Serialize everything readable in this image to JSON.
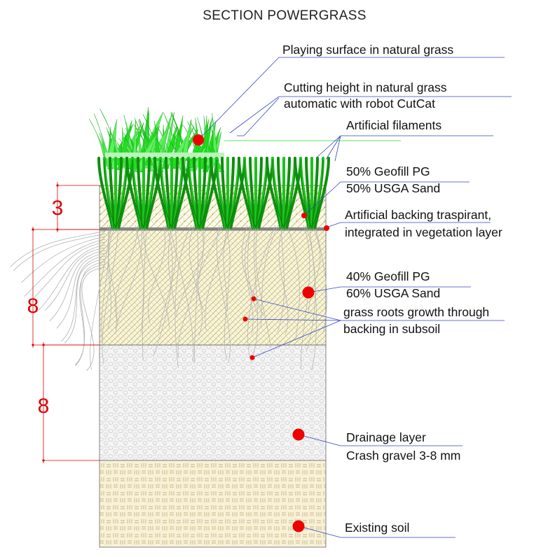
{
  "title": "SECTION POWERGRASS",
  "labels": {
    "playing_surface": "Playing surface in natural grass",
    "cutting_height_1": "Cutting height in natural grass",
    "cutting_height_2": "automatic with robot CutCat",
    "artificial_filaments": "Artificial filaments",
    "geofill_top_1": "50% Geofill PG",
    "geofill_top_2": "50% USGA Sand",
    "backing_1": "Artificial backing traspirant,",
    "backing_2": "integrated in vegetation layer",
    "geofill_mid_1": "40% Geofill PG",
    "geofill_mid_2": "60% USGA Sand",
    "roots_1": "grass roots growth through",
    "roots_2": "backing in subsoil",
    "drainage_1": "Drainage layer",
    "drainage_2": "Crash gravel 3-8 mm",
    "existing_soil": "Existing soil"
  },
  "dimensions": {
    "top_layer": "3",
    "middle_layer": "8",
    "drainage_layer": "8"
  },
  "colors": {
    "grass_green": "#22dd22",
    "marker_red": "#ee0000",
    "leader_blue": "#3344cc",
    "dimension_red": "#e00000",
    "soil_tan": "#c9b37a"
  }
}
